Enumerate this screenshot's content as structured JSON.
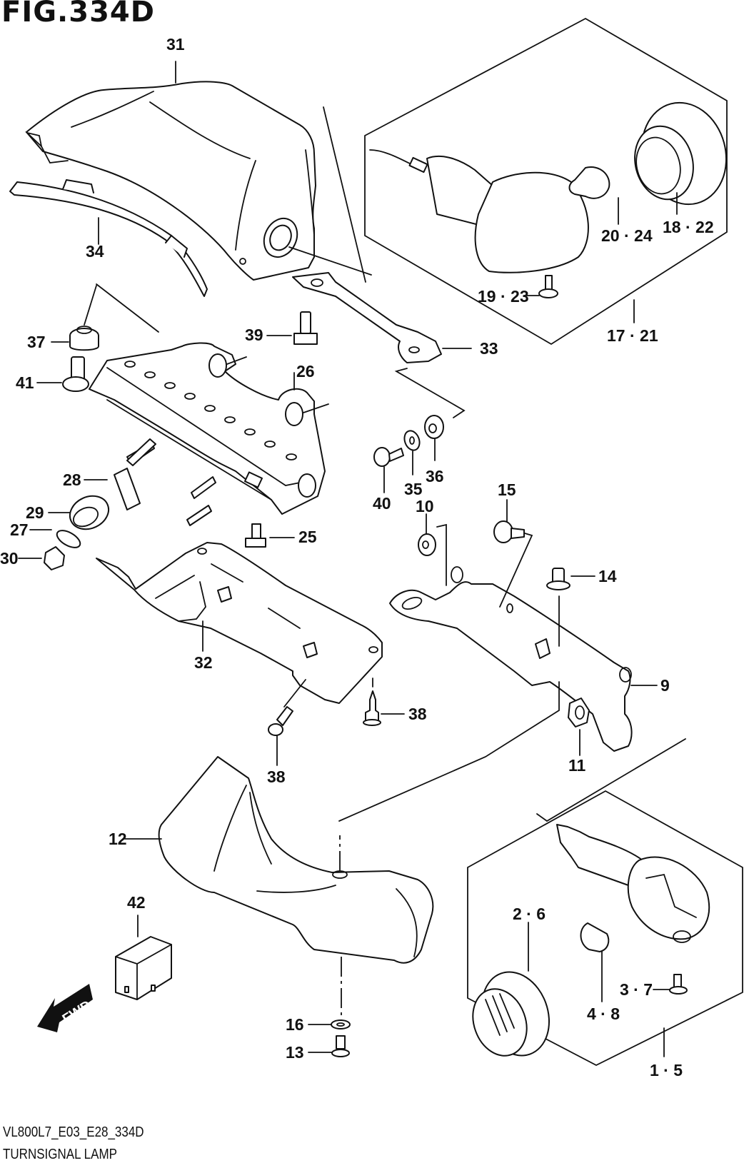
{
  "figure": {
    "title": "FIG.334D",
    "model_code": "VL800L7_E03_E28_334D",
    "caption": "TURNSIGNAL LAMP",
    "direction_marker": "FWD"
  },
  "callouts": [
    {
      "id": "31",
      "label": "31",
      "part": "rear-fender-cover"
    },
    {
      "id": "34",
      "label": "34",
      "part": "trim-strip"
    },
    {
      "id": "17-21",
      "label": "17 · 21",
      "part": "rear-turnsignal-lamp-assembly"
    },
    {
      "id": "18-22",
      "label": "18 · 22",
      "part": "rear-lens"
    },
    {
      "id": "20-24",
      "label": "20 · 24",
      "part": "rear-bulb"
    },
    {
      "id": "19-23",
      "label": "19 · 23",
      "part": "rear-lens-screw"
    },
    {
      "id": "37",
      "label": "37",
      "part": "grommet"
    },
    {
      "id": "41",
      "label": "41",
      "part": "bolt"
    },
    {
      "id": "39",
      "label": "39",
      "part": "bolt"
    },
    {
      "id": "26",
      "label": "26",
      "part": "rear-lamp-bracket"
    },
    {
      "id": "33",
      "label": "33",
      "part": "bracket-stay"
    },
    {
      "id": "28",
      "label": "28",
      "part": "spacer"
    },
    {
      "id": "29",
      "label": "29",
      "part": "cushion"
    },
    {
      "id": "27",
      "label": "27",
      "part": "washer"
    },
    {
      "id": "30",
      "label": "30",
      "part": "nut"
    },
    {
      "id": "25",
      "label": "25",
      "part": "bolt"
    },
    {
      "id": "40",
      "label": "40",
      "part": "screw"
    },
    {
      "id": "35",
      "label": "35",
      "part": "washer"
    },
    {
      "id": "36",
      "label": "36",
      "part": "cushion"
    },
    {
      "id": "10",
      "label": "10",
      "part": "cushion"
    },
    {
      "id": "15",
      "label": "15",
      "part": "nut"
    },
    {
      "id": "14",
      "label": "14",
      "part": "collar"
    },
    {
      "id": "9",
      "label": "9",
      "part": "front-lamp-bracket"
    },
    {
      "id": "11",
      "label": "11",
      "part": "nut"
    },
    {
      "id": "32",
      "label": "32",
      "part": "rear-bracket-cover"
    },
    {
      "id": "38a",
      "label": "38",
      "part": "clip"
    },
    {
      "id": "38b",
      "label": "38",
      "part": "clip"
    },
    {
      "id": "12",
      "label": "12",
      "part": "front-cover"
    },
    {
      "id": "42",
      "label": "42",
      "part": "relay"
    },
    {
      "id": "16",
      "label": "16",
      "part": "washer"
    },
    {
      "id": "13",
      "label": "13",
      "part": "screw"
    },
    {
      "id": "2-6",
      "label": "2 · 6",
      "part": "front-lens"
    },
    {
      "id": "4-8",
      "label": "4 · 8",
      "part": "front-bulb"
    },
    {
      "id": "3-7",
      "label": "3 · 7",
      "part": "front-lens-screw"
    },
    {
      "id": "1-5",
      "label": "1 · 5",
      "part": "front-turnsignal-lamp-assembly"
    }
  ]
}
